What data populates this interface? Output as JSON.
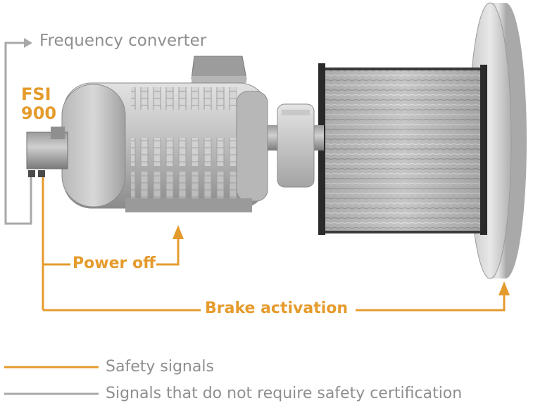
{
  "labels": {
    "frequency_converter": "Frequency converter",
    "fsi_line1": "FSI",
    "fsi_line2": "900",
    "power_off": "Power off",
    "brake_activation": "Brake activation"
  },
  "legend": [
    {
      "label": "Safety signals",
      "color": "#e59b2c"
    },
    {
      "label": "Signals that do not require safety certification",
      "color": "#a8a8a8"
    }
  ],
  "colors": {
    "safety": "#e59b2c",
    "non_safety": "#a8a8a8",
    "text_gray": "#8f8f8f"
  }
}
